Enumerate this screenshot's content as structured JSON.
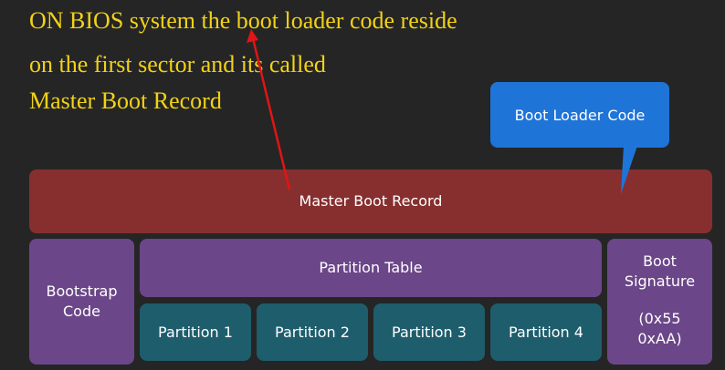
{
  "caption": {
    "line1": "ON BIOS system the boot loader code reside",
    "line2": "on the first sector and its called",
    "line3": "Master Boot Record"
  },
  "callout": {
    "label": "Boot Loader Code"
  },
  "mbr": {
    "label": "Master Boot Record"
  },
  "bootstrap": {
    "line1": "Bootstrap",
    "line2": "Code"
  },
  "partition_table": {
    "label": "Partition Table"
  },
  "partitions": [
    "Partition 1",
    "Partition 2",
    "Partition 3",
    "Partition 4"
  ],
  "signature": {
    "line1": "Boot",
    "line2": "Signature",
    "value1": "(0x55",
    "value2": "0xAA)"
  },
  "colors": {
    "caption": "#f2d216",
    "mbr": "#872f2f",
    "purple": "#6b4688",
    "teal": "#1e5d6c",
    "callout": "#1f74d8",
    "arrow": "#e01515"
  }
}
